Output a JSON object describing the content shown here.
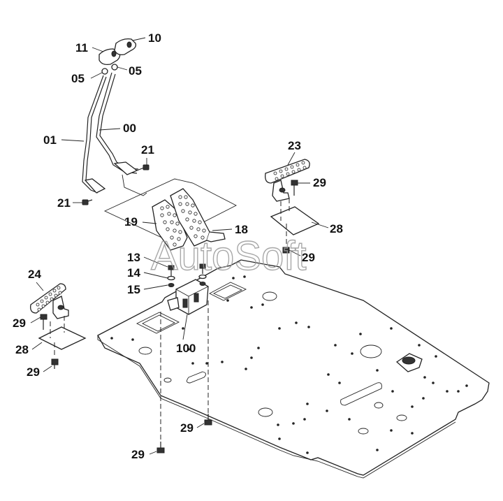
{
  "watermark": "AutoSoft",
  "callouts": [
    {
      "id": "c10",
      "text": "10"
    },
    {
      "id": "c11",
      "text": "11"
    },
    {
      "id": "c05a",
      "text": "05"
    },
    {
      "id": "c05b",
      "text": "05"
    },
    {
      "id": "c00",
      "text": "00"
    },
    {
      "id": "c01",
      "text": "01"
    },
    {
      "id": "c21a",
      "text": "21"
    },
    {
      "id": "c21b",
      "text": "21"
    },
    {
      "id": "c23",
      "text": "23"
    },
    {
      "id": "c29a",
      "text": "29"
    },
    {
      "id": "c28a",
      "text": "28"
    },
    {
      "id": "c19",
      "text": "19"
    },
    {
      "id": "c18",
      "text": "18"
    },
    {
      "id": "c29b",
      "text": "29"
    },
    {
      "id": "c13",
      "text": "13"
    },
    {
      "id": "c14",
      "text": "14"
    },
    {
      "id": "c15",
      "text": "15"
    },
    {
      "id": "c24",
      "text": "24"
    },
    {
      "id": "c29c",
      "text": "29"
    },
    {
      "id": "c28b",
      "text": "28"
    },
    {
      "id": "c100",
      "text": "100"
    },
    {
      "id": "c29d",
      "text": "29"
    },
    {
      "id": "c29e",
      "text": "29"
    },
    {
      "id": "c29f",
      "text": "29"
    }
  ]
}
